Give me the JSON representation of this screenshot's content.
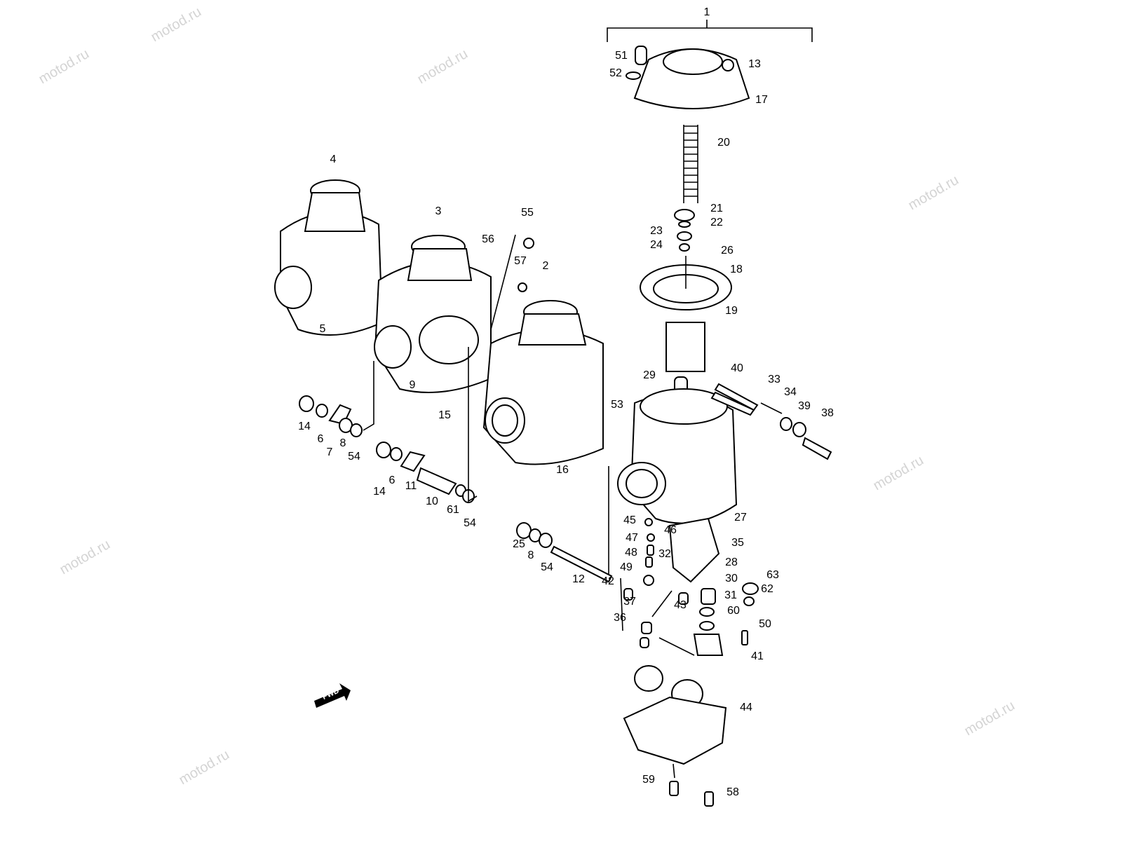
{
  "watermark": "motod.ru",
  "fwd_label": "FWD",
  "callouts": [
    "1",
    "51",
    "52",
    "13",
    "17",
    "20",
    "21",
    "22",
    "23",
    "24",
    "26",
    "18",
    "19",
    "4",
    "3",
    "55",
    "56",
    "57",
    "2",
    "5",
    "9",
    "15",
    "16",
    "29",
    "40",
    "33",
    "34",
    "53",
    "39",
    "38",
    "14",
    "6",
    "7",
    "8",
    "54",
    "14",
    "6",
    "11",
    "10",
    "61",
    "54",
    "25",
    "8",
    "54",
    "12",
    "27",
    "45",
    "46",
    "47",
    "35",
    "48",
    "32",
    "49",
    "28",
    "42",
    "30",
    "63",
    "62",
    "31",
    "37",
    "43",
    "60",
    "36",
    "50",
    "41",
    "44",
    "59",
    "58"
  ],
  "colors": {
    "ink": "#000000",
    "watermark": "#d4d4d4",
    "background": "#ffffff"
  }
}
